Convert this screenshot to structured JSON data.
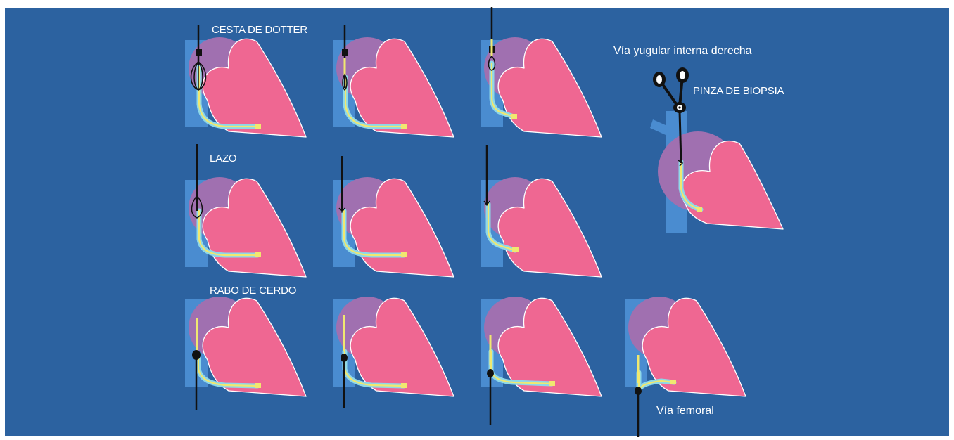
{
  "labels": {
    "dotter": "CESTA DE DOTTER",
    "lazo": "LAZO",
    "pigtail": "RABO DE CERDO",
    "jugular": "Vía yugular interna derecha",
    "biopsy": "PINZA DE BIOPSIA",
    "femoral": "Vía femoral"
  },
  "colors": {
    "background": "#2c62a0",
    "heart": "#ef6792",
    "atrium": "#a070b0",
    "vessel": "#4a8cd0",
    "catheter_core": "#f0e870",
    "catheter_sheath": "#8ed8e8",
    "wire": "#111111"
  },
  "icons": {
    "heart": "heart-shape",
    "basket": "dotter-basket-icon",
    "snare": "snare-loop-icon",
    "pigtail": "pigtail-catheter-icon",
    "forceps": "biopsy-forceps-icon"
  }
}
